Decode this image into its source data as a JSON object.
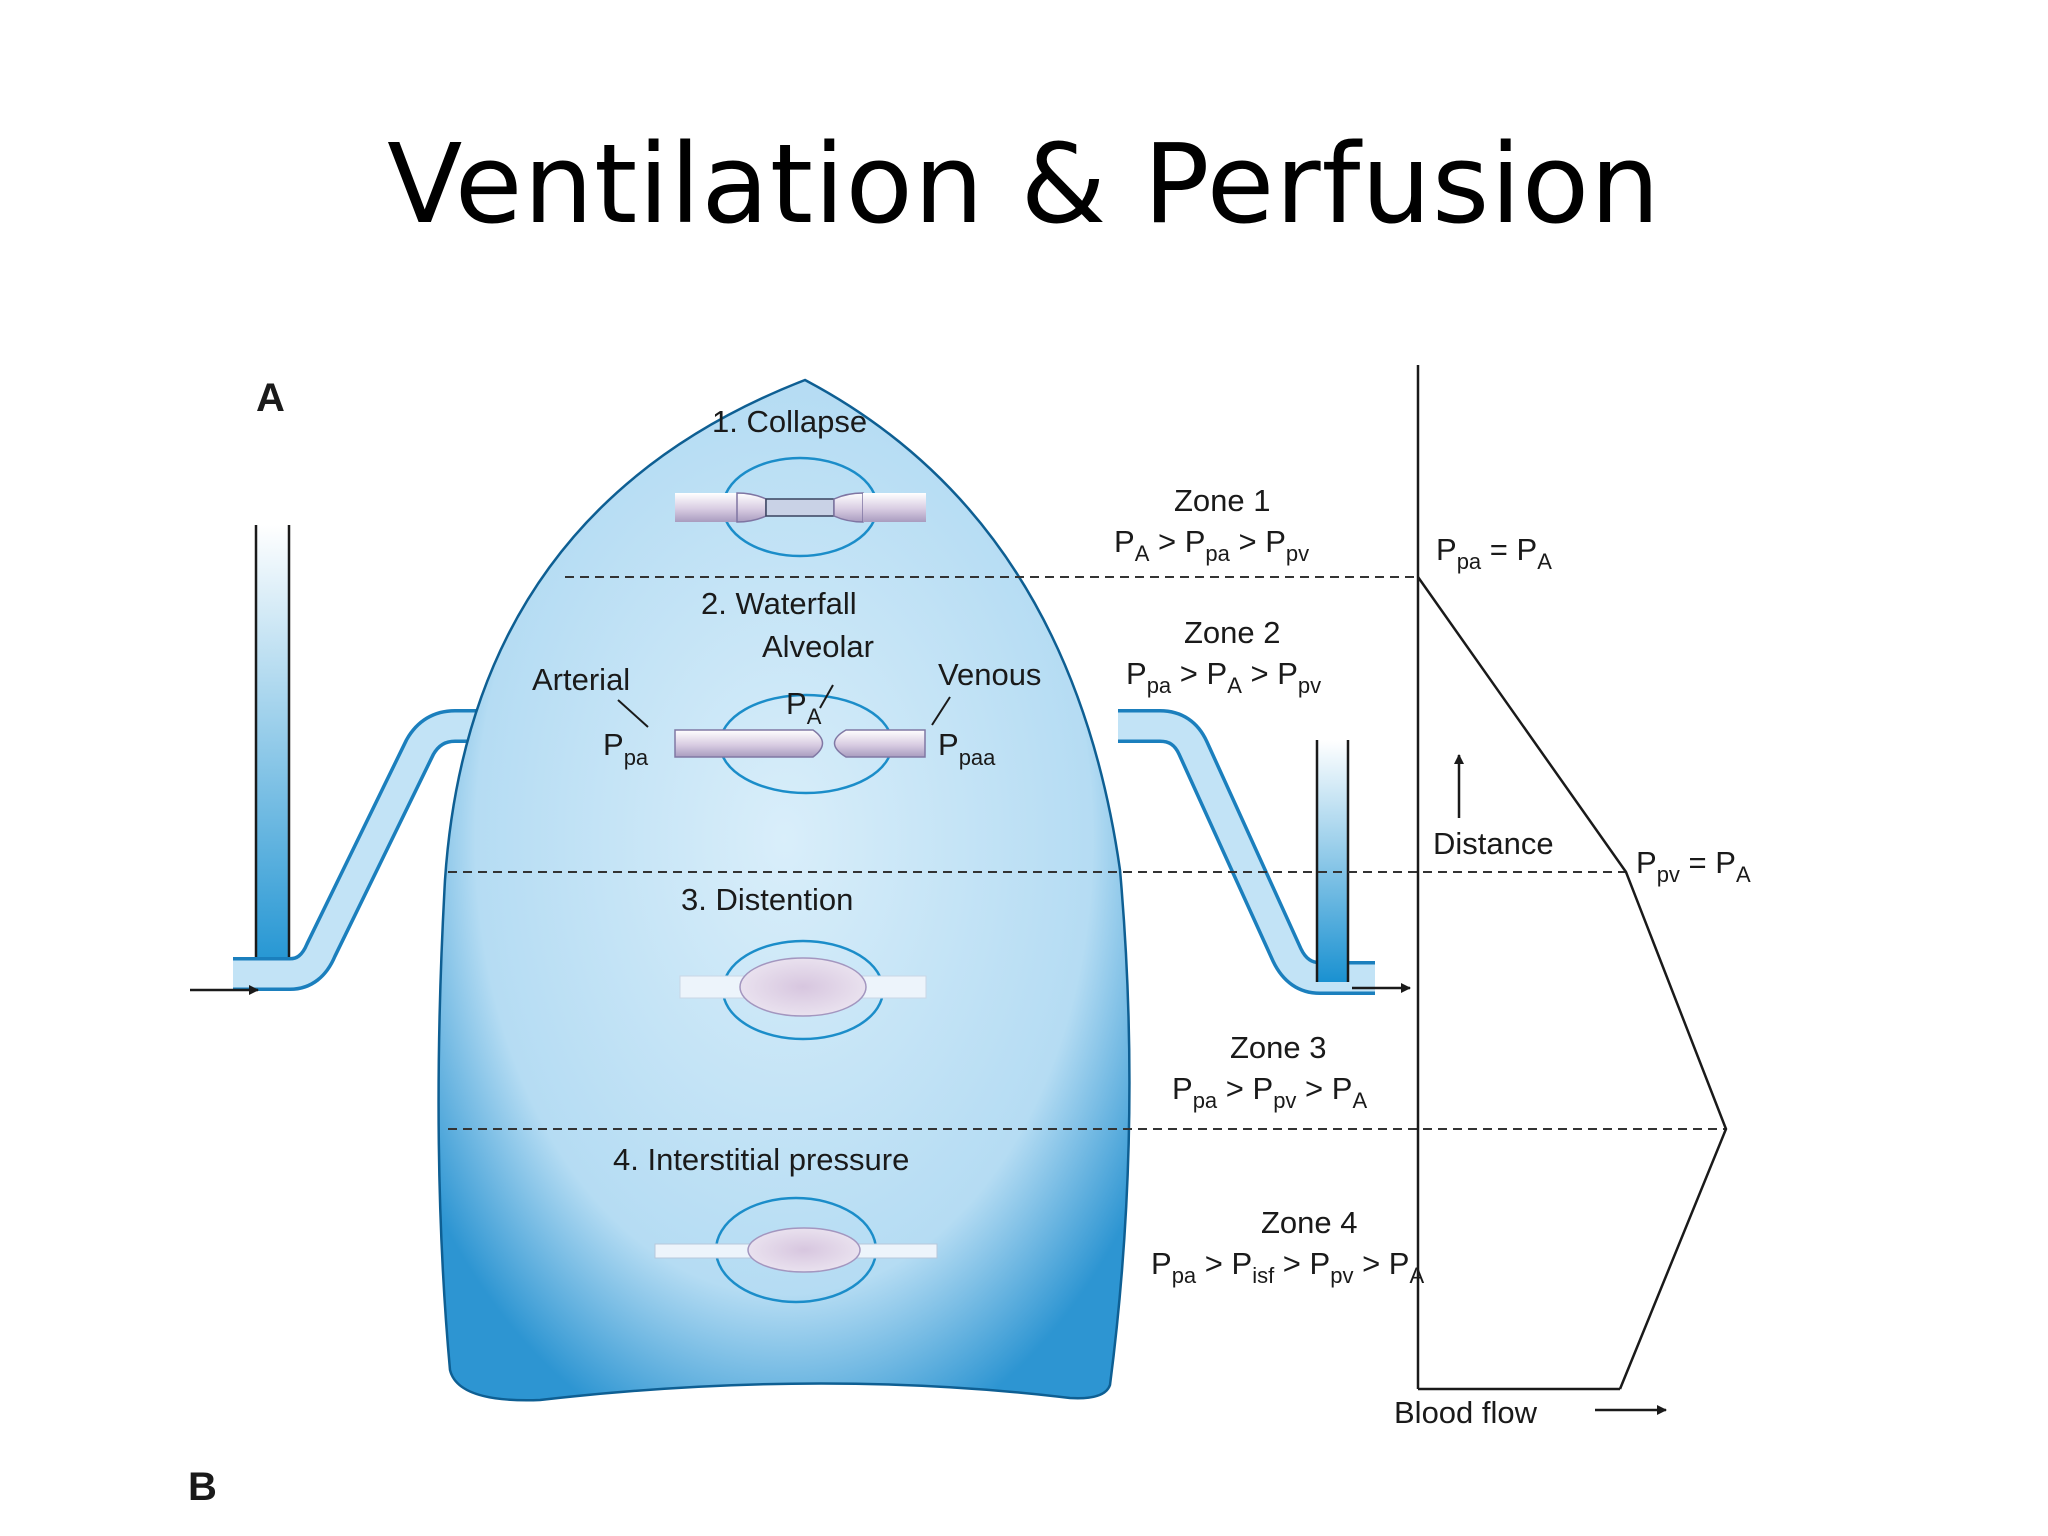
{
  "slide": {
    "title": "Ventilation & Perfusion"
  },
  "diagram": {
    "panel_a": "A",
    "panel_b": "B",
    "regions": {
      "collapse": "1. Collapse",
      "waterfall": "2. Waterfall",
      "distention": "3. Distention",
      "interstitial": "4. Interstitial pressure"
    },
    "labels": {
      "alveolar": "Alveolar",
      "arterial": "Arterial",
      "venous": "Venous",
      "p": "P",
      "sub_a": "A",
      "sub_pa": "pa",
      "sub_paa": "paa",
      "sub_pv": "pv",
      "sub_isf": "isf",
      "distance": "Distance",
      "blood_flow": "Blood flow"
    },
    "zones": [
      {
        "name": "Zone 1",
        "formula": "PA > Ppa > Ppv"
      },
      {
        "name": "Zone 2",
        "formula": "Ppa > PA > Ppv"
      },
      {
        "name": "Zone 3",
        "formula": "Ppa > Ppv > PA"
      },
      {
        "name": "Zone 4",
        "formula": "Ppa > Pisf > Ppv > PA"
      }
    ],
    "graph": {
      "marker_top": "Ppa = PA",
      "marker_mid": "Ppv = PA"
    },
    "colors": {
      "lung_fill": "#b9def4",
      "lung_edge": "#1583c6",
      "vessel": "#cfc4dc"
    }
  }
}
